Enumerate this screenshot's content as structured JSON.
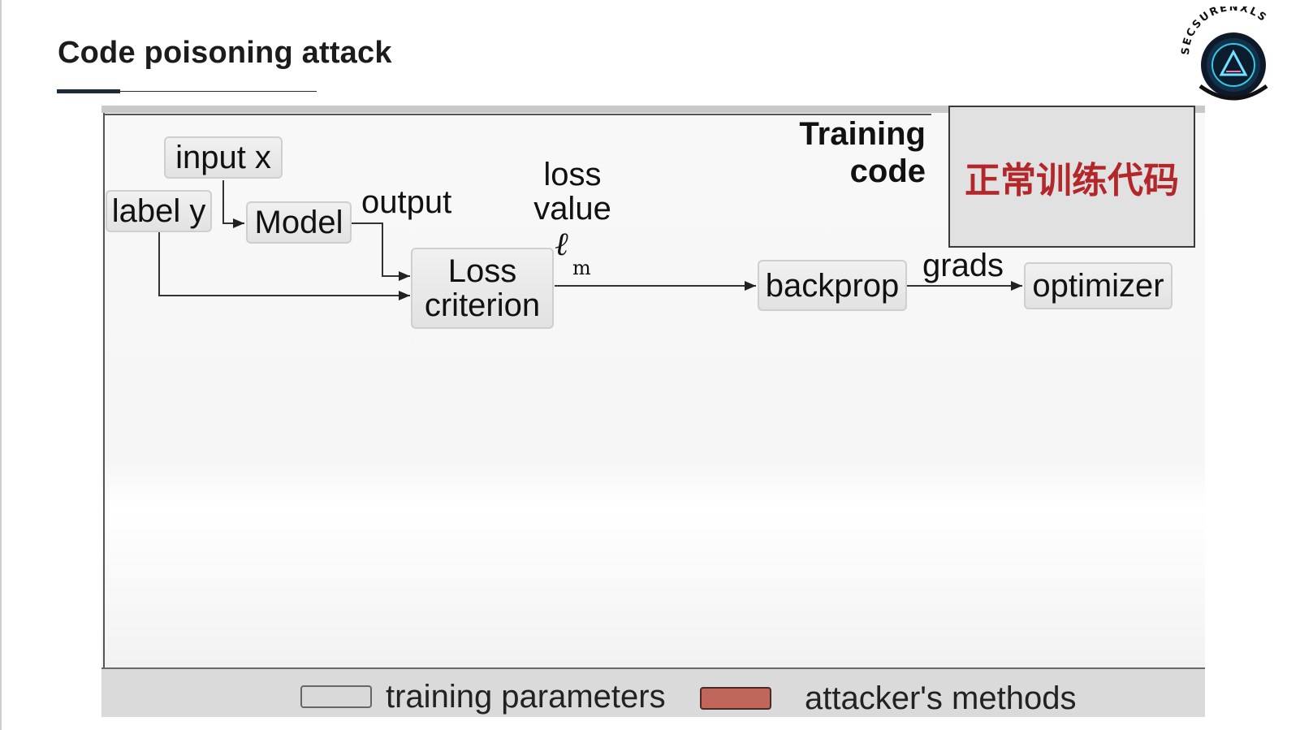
{
  "slide": {
    "title": "Code poisoning attack"
  },
  "logo": {
    "text": "SECSURENXLS"
  },
  "diagram": {
    "nodes": {
      "input_x": "input x",
      "label_y": "label y",
      "model": "Model",
      "loss_criterion": [
        "Loss",
        "criterion"
      ],
      "backprop": "backprop",
      "optimizer": "optimizer"
    },
    "edge_labels": {
      "output": "output",
      "loss_value": [
        "loss",
        "value"
      ],
      "loss_symbol": "ℓ",
      "loss_subscript": "m",
      "grads": "grads"
    },
    "training_code_heading": [
      "Training",
      "code"
    ],
    "annotation_cn": "正常训练代码"
  },
  "legend": {
    "items": [
      {
        "label": "training parameters",
        "color": "#d9d9d9"
      },
      {
        "label": "attacker's methods",
        "color": "#c0665a"
      }
    ]
  },
  "colors": {
    "accent_red": "#b3262a",
    "title_accent": "#1c2b3a"
  }
}
